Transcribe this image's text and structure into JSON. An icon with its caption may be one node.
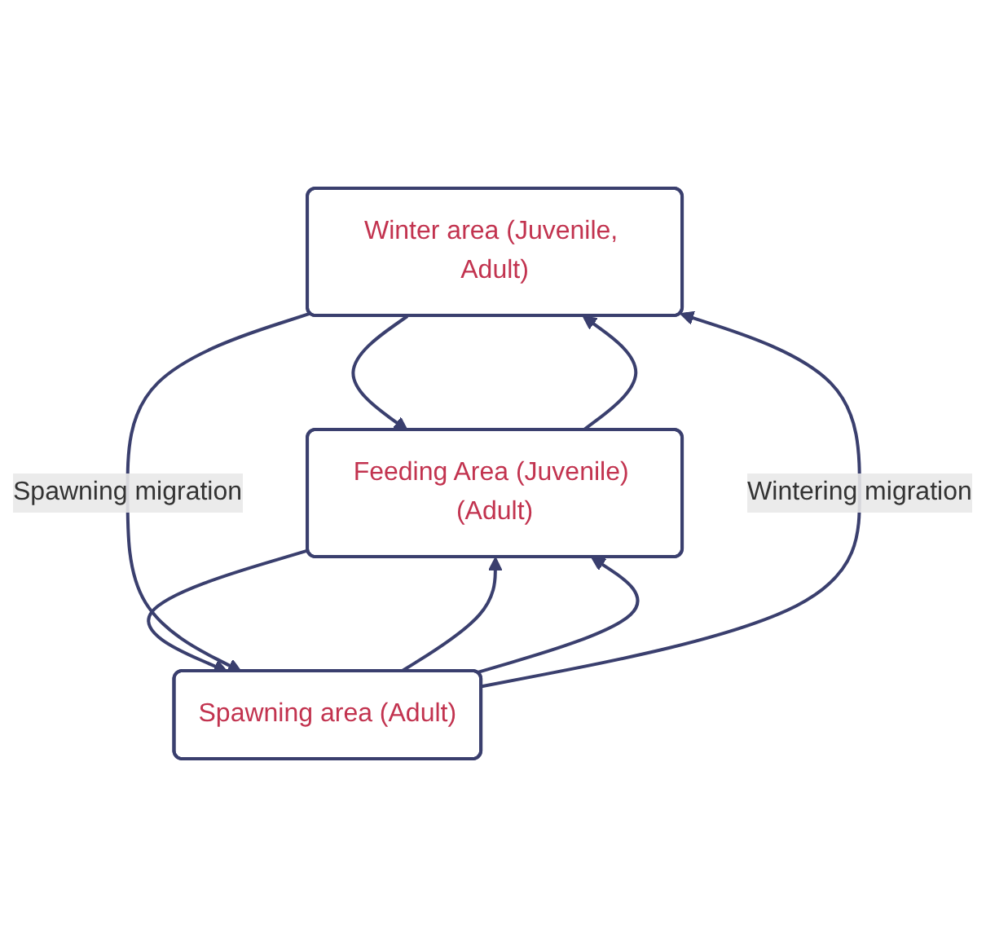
{
  "diagram": {
    "nodes": [
      {
        "text": [
          "Winter area (Juvenile, Adult)"
        ]
      },
      {
        "text": [
          "Feeding Area (Juvenile) (Adult)"
        ]
      },
      {
        "text": [
          "Spawning area (Adult)"
        ]
      }
    ],
    "edges": [
      {
        "from": 1,
        "to": 0,
        "arrow": "to"
      },
      {
        "from": 0,
        "to": 1,
        "arrow": "to"
      },
      {
        "from": 2,
        "to": 1,
        "arrow": "to"
      },
      {
        "from": 1,
        "to": 2,
        "arrow": "to"
      },
      {
        "from": 2,
        "to": 1,
        "arrow": "to"
      },
      {
        "from": 2,
        "to": 0,
        "arrow": "to",
        "label": "Wintering migration"
      },
      {
        "from": 0,
        "to": 2,
        "arrow": "to",
        "label": "Spawning migration"
      }
    ]
  }
}
